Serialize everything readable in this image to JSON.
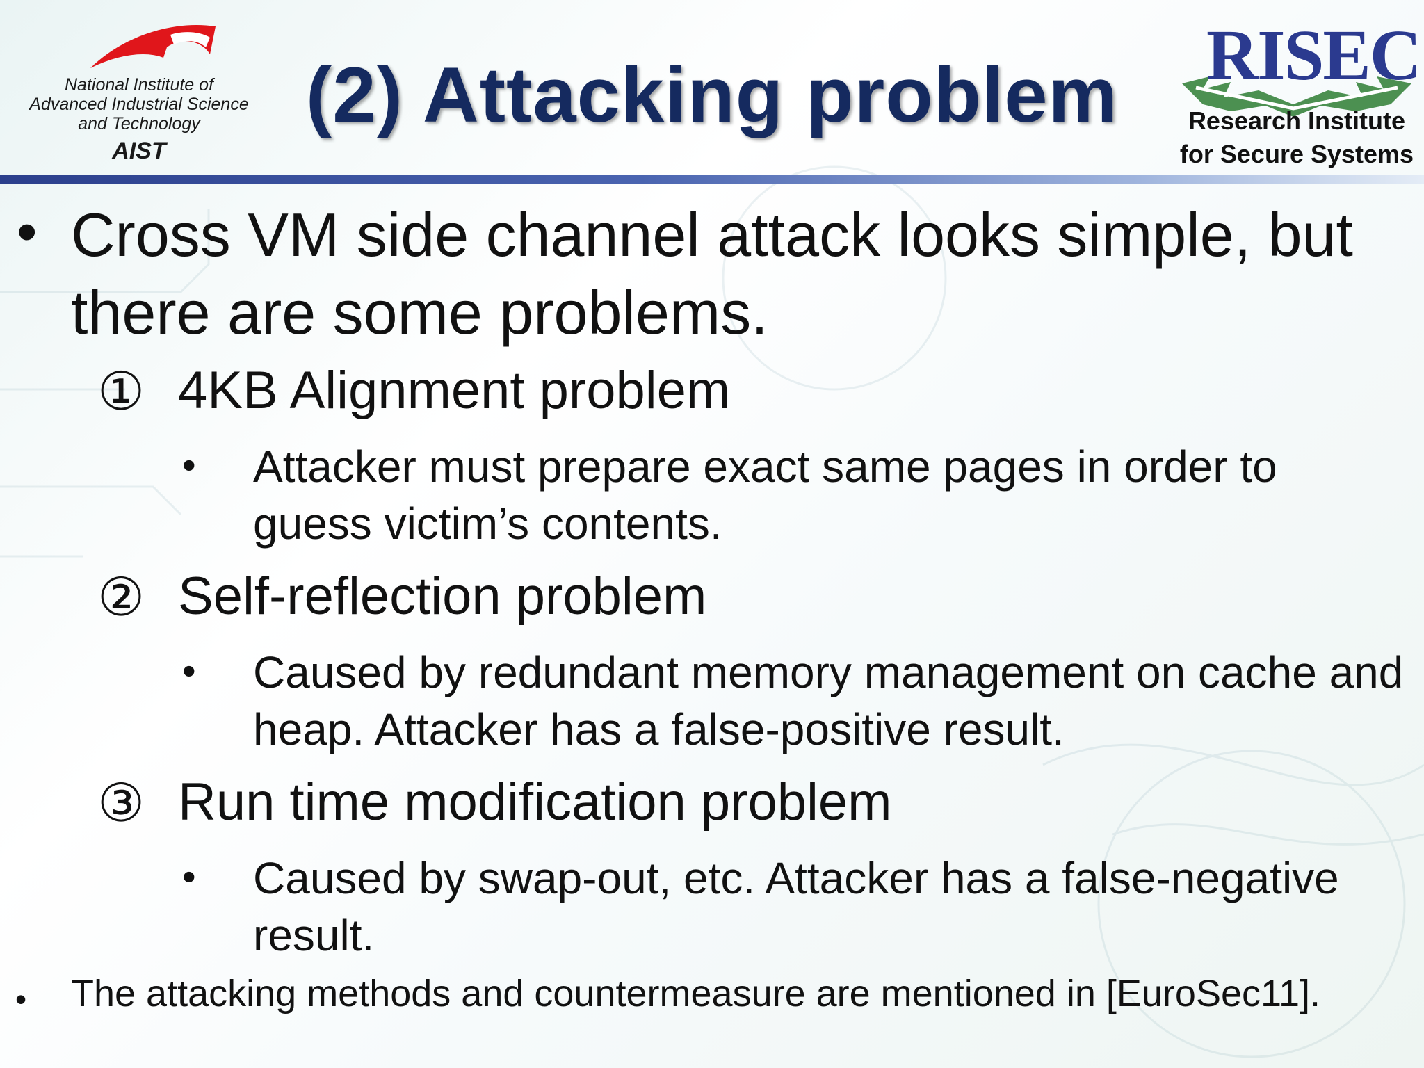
{
  "header": {
    "title": "(2) Attacking problem",
    "aist": {
      "line1": "National Institute of",
      "line2": "Advanced Industrial Science",
      "line3": "and Technology",
      "abbr": "AIST"
    },
    "risec": {
      "wordmark": "RISEC",
      "line1": "Research Institute",
      "line2": "for Secure Systems"
    }
  },
  "main_bullet": "Cross VM side channel attack looks simple, but there are some problems.",
  "items": [
    {
      "marker": "①",
      "heading": "4KB Alignment problem",
      "detail": "Attacker must prepare exact same pages in order to guess victim’s contents."
    },
    {
      "marker": "②",
      "heading": "Self-reflection problem",
      "detail": "Caused by redundant memory management on cache and heap. Attacker has a false-positive result."
    },
    {
      "marker": "③",
      "heading": "Run time modification problem",
      "detail": "Caused by swap-out, etc. Attacker has a false-negative result."
    }
  ],
  "footer_bullet": "The attacking methods and countermeasure are mentioned in [EuroSec11].",
  "colors": {
    "title": "#152a5f",
    "header_line": "#2b3f8c",
    "aist_red": "#e0161b",
    "risec_blue": "#2b3a8f",
    "risec_green": "#2e7d32"
  }
}
